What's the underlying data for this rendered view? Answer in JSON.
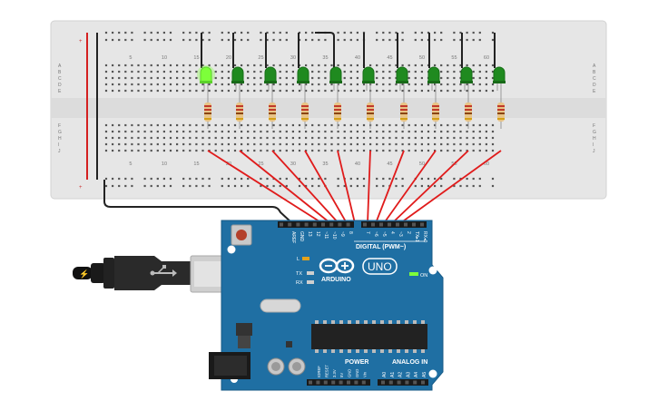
{
  "breadboard": {
    "column_numbers_top": [
      "5",
      "10",
      "15",
      "20",
      "25",
      "30",
      "35",
      "40",
      "45",
      "50",
      "55",
      "60"
    ],
    "column_numbers_bottom": [
      "5",
      "10",
      "15",
      "20",
      "25",
      "30",
      "35",
      "40",
      "45",
      "50",
      "55",
      "60"
    ],
    "row_letters_upper": [
      "A",
      "B",
      "C",
      "D",
      "E"
    ],
    "row_letters_lower": [
      "F",
      "G",
      "H",
      "I",
      "J"
    ],
    "rail_marks": [
      "+",
      "-"
    ]
  },
  "leds": {
    "count": 10,
    "lit_index": 0,
    "lit_color": "#7dff3a",
    "off_color": "#1f8a1f"
  },
  "wires": {
    "signal_color": "#e01b1b",
    "ground_color": "#222222",
    "rail_red": "#d42020"
  },
  "arduino": {
    "board_color": "#1f6fa3",
    "brand": "ARDUINO",
    "model": "UNO",
    "digital_label": "DIGITAL (PWM~)",
    "power_label": "POWER",
    "analog_label": "ANALOG IN",
    "tx_label": "TX",
    "rx_label": "RX",
    "l_label": "L",
    "on_label": "ON",
    "top_pins": [
      "AREF",
      "GND",
      "13",
      "12",
      "~11",
      "~10",
      "~9",
      "8",
      "7",
      "~6",
      "~5",
      "4",
      "~3",
      "2",
      "TX▸1",
      "RX◂0"
    ],
    "power_pins": [
      "IOREF",
      "RESET",
      "3.3V",
      "5V",
      "GND",
      "GND",
      "Vin"
    ],
    "analog_pins": [
      "A0",
      "A1",
      "A2",
      "A3",
      "A4",
      "A5"
    ]
  }
}
